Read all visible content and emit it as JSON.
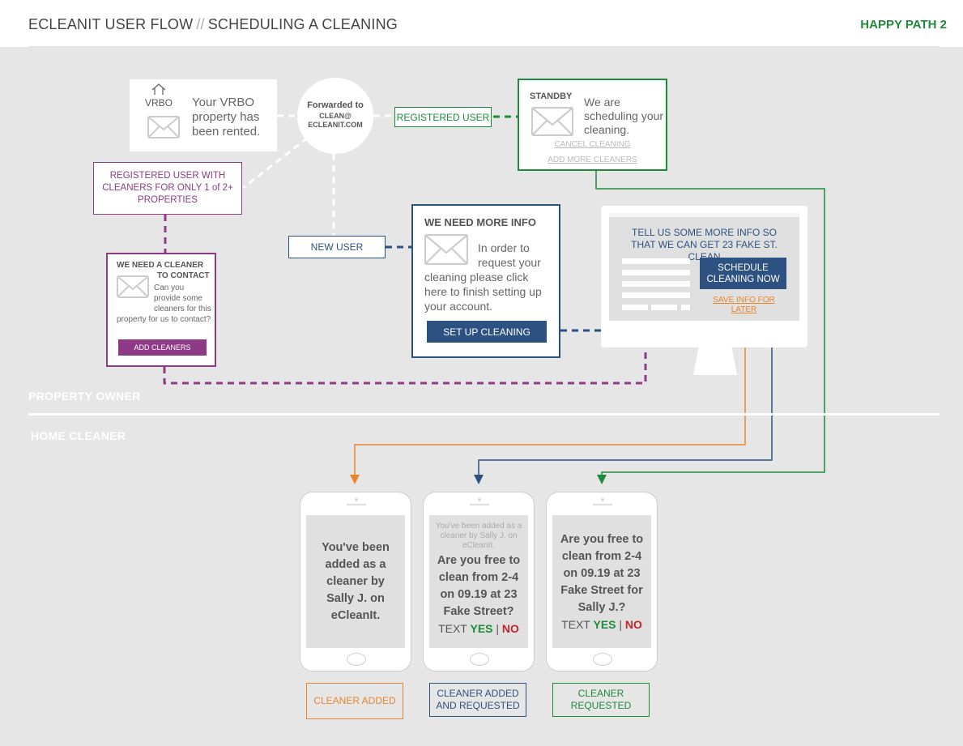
{
  "header": {
    "title_left": "ECLEANIT USER FLOW",
    "title_separator": "//",
    "title_right": "SCHEDULING A CLEANING",
    "badge": "HAPPY PATH 2"
  },
  "vrbo": {
    "logo": "VRBO",
    "message": "Your VRBO property has been rented.",
    "icon": "envelope-icon"
  },
  "forward": {
    "line1": "Forwarded to",
    "line2": "CLEAN@",
    "line3": "ECLEANIT.COM"
  },
  "registered_user": {
    "label": "REGISTERED USER"
  },
  "standby": {
    "title": "STANDBY",
    "message": "We are scheduling your cleaning.",
    "cancel_link": "CANCEL CLEANING",
    "add_more_link": "ADD MORE CLEANERS"
  },
  "registered_user_with_cleaners": {
    "label": "REGISTERED USER WITH CLEANERS FOR ONLY 1 of 2+ PROPERTIES"
  },
  "need_cleaner": {
    "title_line1": "WE NEED A CLEANER",
    "title_line2": "TO CONTACT",
    "message": "Can you provide some cleaners for this property for us to contact?",
    "button": "ADD CLEANERS"
  },
  "new_user": {
    "label": "NEW USER"
  },
  "more_info": {
    "title": "WE NEED MORE INFO",
    "message": "In order to request your cleaning please click here to finish setting up your account.",
    "button": "SET UP CLEANING"
  },
  "monitor": {
    "message": "TELL US SOME MORE INFO SO THAT WE CAN GET 23 FAKE ST. CLEAN",
    "schedule_button": "SCHEDULE CLEANING NOW",
    "save_link": "SAVE INFO FOR LATER"
  },
  "sections": {
    "owner": "PROPERTY OWNER",
    "cleaner": "HOME CLEANER"
  },
  "phones": [
    {
      "main": "You've been added as a cleaner by Sally J. on eCleanIt."
    },
    {
      "small": "You've been added as a cleaner by Sally J. on eCleanIt.",
      "main": "Are you free to clean from 2-4 on 09.19 at 23 Fake Street?",
      "text": "TEXT",
      "yes": "YES",
      "sep": "|",
      "no": "NO"
    },
    {
      "main": "Are you free to clean from 2-4 on 09.19 at 23 Fake Street for Sally J.?",
      "text": "TEXT",
      "yes": "YES",
      "sep": "|",
      "no": "NO"
    }
  ],
  "phone_labels": [
    "CLEANER ADDED",
    "CLEANER ADDED AND REQUESTED",
    "CLEANER REQUESTED"
  ],
  "colors": {
    "green": "#1e8a3c",
    "purple": "#8e3a86",
    "blue": "#2d5281",
    "orange": "#e8862e",
    "red": "#c0262d"
  }
}
